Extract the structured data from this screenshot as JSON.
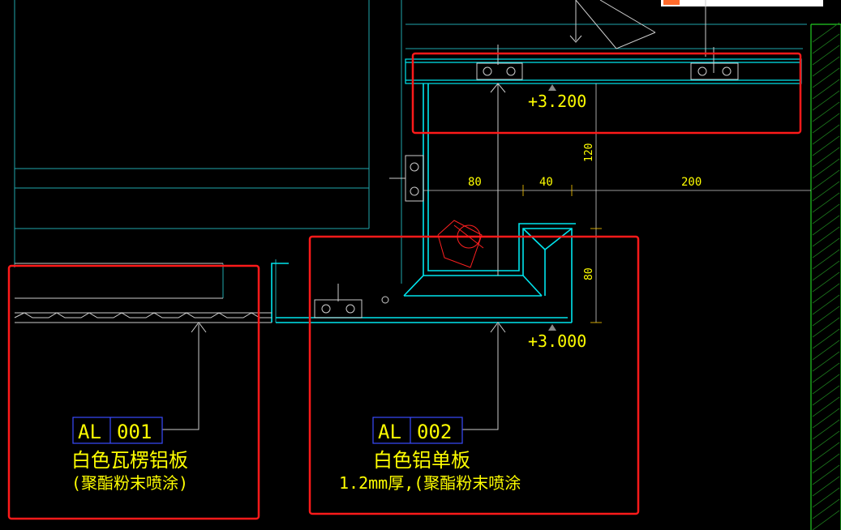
{
  "drawing": {
    "levels": {
      "top": "+3.200",
      "bottom": "+3.000"
    },
    "dimensions": {
      "d80a": "80",
      "d40": "40",
      "d200": "200",
      "d120": "120",
      "d80b": "80"
    },
    "tags": [
      {
        "code_left": "AL",
        "code_right": "001",
        "line1": "白色瓦楞铝板",
        "line2": "(聚酯粉末喷涂)"
      },
      {
        "code_left": "AL",
        "code_right": "002",
        "line1": "白色铝单板",
        "line2": "1.2mm厚,(聚酯粉末喷涂"
      }
    ]
  },
  "colors": {
    "line": "#00e5ee",
    "text": "#ffff00",
    "highlight": "#ff1a1a",
    "wall": "#22cc22"
  }
}
